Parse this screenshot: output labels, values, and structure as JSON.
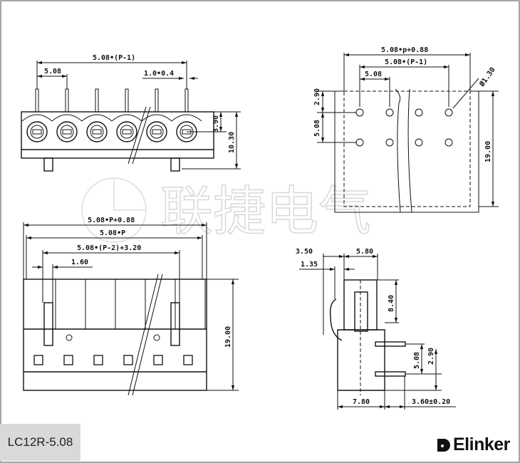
{
  "part_number": "LC12R-5.08",
  "brand": "Elinker",
  "watermark": "联捷电气",
  "top_view": {
    "pitch_total": "5.08•(P-1)",
    "pitch": "5.08",
    "pin_size": "1.0•0.4",
    "height_a": "3.90",
    "height_b": "10.30"
  },
  "pcb_layout": {
    "overall": "5.08•p+0.88",
    "pitch_total": "5.08•(P-1)",
    "pitch": "5.08",
    "hole_dia": "Ø1.30",
    "row_offset": "2.90",
    "row_pitch": "5.08",
    "height": "19.00"
  },
  "front_view": {
    "overall": "5.08•P+0.88",
    "body": "5.08•P",
    "inner": "5.08•(P-2)+3.20",
    "latch": "1.60",
    "height": "19.00"
  },
  "side_view": {
    "w1": "3.50",
    "w2": "5.80",
    "w3": "1.35",
    "h1": "8.40",
    "pin_pitch": "5.08",
    "pin_offset": "2.90",
    "base": "7.80",
    "pin_len": "3.60±0.20"
  }
}
